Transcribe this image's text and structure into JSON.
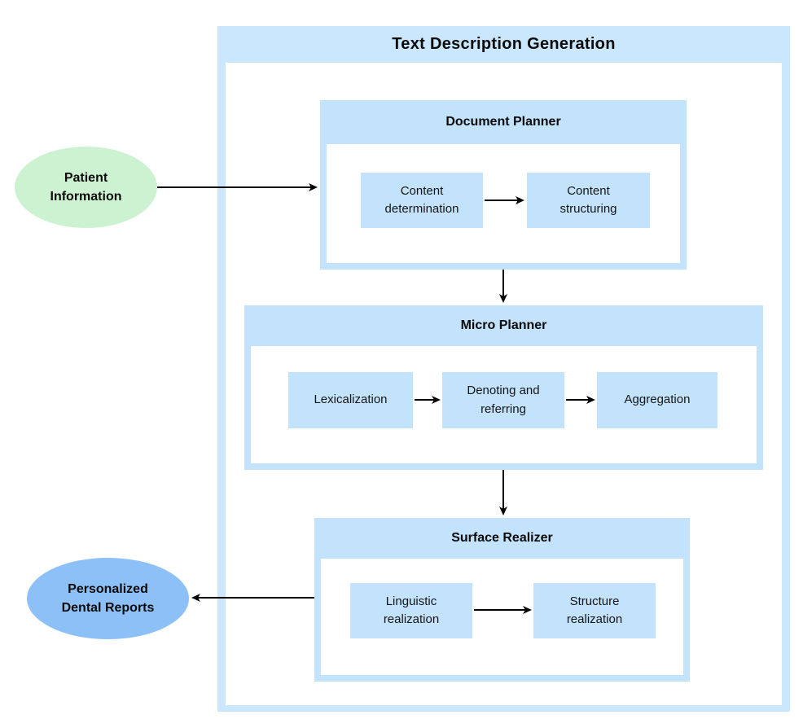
{
  "diagram": {
    "title": "Text Description Generation",
    "terminals": {
      "input": "Patient\nInformation",
      "output": "Personalized\nDental Reports"
    },
    "sections": {
      "document_planner": {
        "title": "Document Planner",
        "steps": [
          "Content\ndetermination",
          "Content\nstructuring"
        ]
      },
      "micro_planner": {
        "title": "Micro Planner",
        "steps": [
          "Lexicalization",
          "Denoting and\nreferring",
          "Aggregation"
        ]
      },
      "surface_realizer": {
        "title": "Surface Realizer",
        "steps": [
          "Linguistic\nrealization",
          "Structure\nrealization"
        ]
      }
    },
    "colors": {
      "container_fill": "#cbe7fd",
      "section_fill": "#c3e2fc",
      "step_fill": "#c3e2fc",
      "input_ellipse_fill": "#cdf2d2",
      "output_ellipse_fill": "#8ec0f8",
      "arrow": "#000000",
      "text": "#111111",
      "background": "#ffffff"
    }
  }
}
